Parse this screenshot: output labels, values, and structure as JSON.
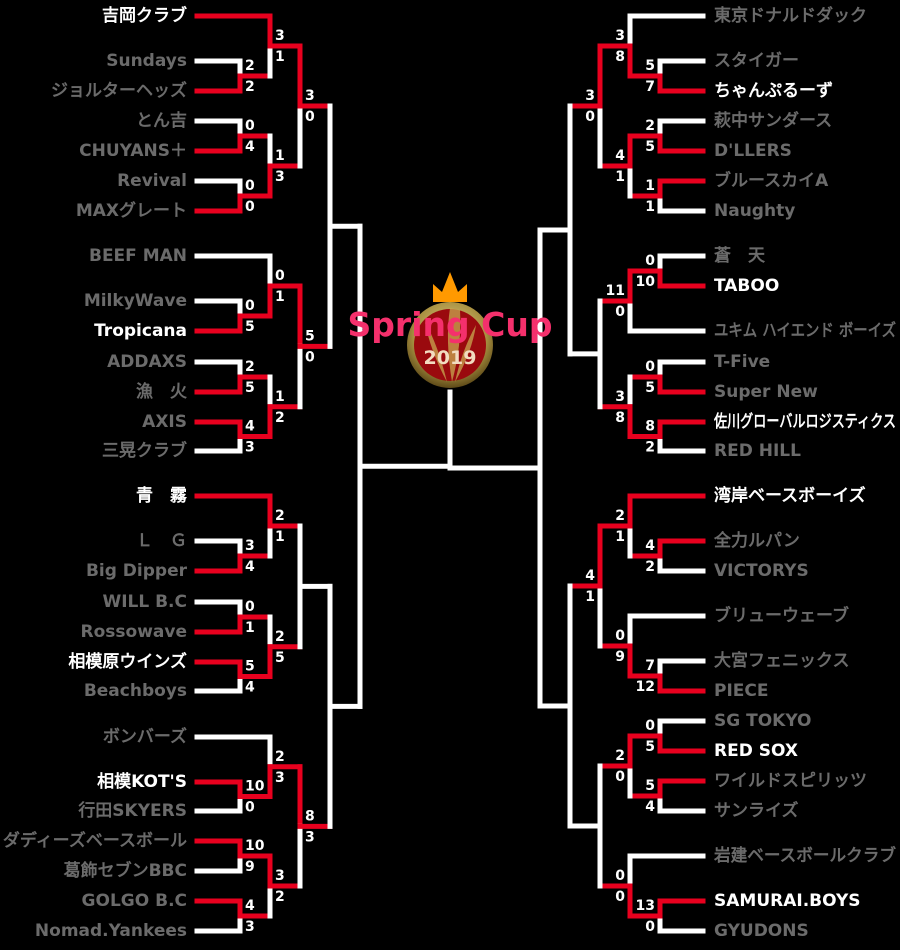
{
  "title": "Spring Cup",
  "year": "2019",
  "colors": {
    "win_line": "#e8001e",
    "line": "#ffffff",
    "alive_text": "#ffffff",
    "out_text": "#6b6b6b",
    "title": "#f4306c",
    "crown": "#ff9900"
  },
  "left": {
    "teams": [
      {
        "name": "吉岡クラブ",
        "alive": true
      },
      {
        "name": "Sundays",
        "alive": false
      },
      {
        "name": "ジョルターヘッズ",
        "alive": false
      },
      {
        "name": "とん吉",
        "alive": false
      },
      {
        "name": "CHUYANS＋",
        "alive": false
      },
      {
        "name": "Revival",
        "alive": false
      },
      {
        "name": "MAXグレート",
        "alive": false
      },
      {
        "name": "BEEF MAN",
        "alive": false
      },
      {
        "name": "MilkyWave",
        "alive": false
      },
      {
        "name": "Tropicana",
        "alive": true
      },
      {
        "name": "ADDAXS",
        "alive": false
      },
      {
        "name": "漁　火",
        "alive": false
      },
      {
        "name": "AXIS",
        "alive": false
      },
      {
        "name": "三晃クラブ",
        "alive": false
      },
      {
        "name": "青　霧",
        "alive": true
      },
      {
        "name": "Ｌ　Ｇ",
        "alive": false
      },
      {
        "name": "Big Dipper",
        "alive": false
      },
      {
        "name": "WILL B.C",
        "alive": false
      },
      {
        "name": "Rossowave",
        "alive": false
      },
      {
        "name": "相模原ウインズ",
        "alive": true
      },
      {
        "name": "Beachboys",
        "alive": false
      },
      {
        "name": "ボンバーズ",
        "alive": false
      },
      {
        "name": "相模KOT'S",
        "alive": true
      },
      {
        "name": "行田SKYERS",
        "alive": false
      },
      {
        "name": "ダディーズベースボール",
        "alive": false
      },
      {
        "name": "葛飾セブンBBC",
        "alive": false
      },
      {
        "name": "GOLGO B.C",
        "alive": false
      },
      {
        "name": "Nomad.Yankees",
        "alive": false
      }
    ],
    "matches": {
      "L1": {
        "scores": null,
        "winner": null
      },
      "L2": {
        "scores": [
          "3",
          "0"
        ],
        "winner": 0
      },
      "L3": {
        "scores": [
          "3",
          "1"
        ],
        "winner": 0
      },
      "L4": {
        "scores": [
          "2",
          "2"
        ],
        "winner": 1
      },
      "L5": {
        "scores": [
          "1",
          "3"
        ],
        "winner": 1
      },
      "L6": {
        "scores": [
          "0",
          "4"
        ],
        "winner": 1
      },
      "L7": {
        "scores": [
          "0",
          "0"
        ],
        "winner": 1
      },
      "L8": {
        "scores": [
          "5",
          "0"
        ],
        "winner": 0
      },
      "L9": {
        "scores": [
          "0",
          "1"
        ],
        "winner": 1
      },
      "L10": {
        "scores": [
          "0",
          "5"
        ],
        "winner": 1
      },
      "L11": {
        "scores": [
          "1",
          "2"
        ],
        "winner": 1
      },
      "L12": {
        "scores": [
          "2",
          "5"
        ],
        "winner": 1
      },
      "L13": {
        "scores": [
          "4",
          "3"
        ],
        "winner": 0
      },
      "L14": {
        "scores": null,
        "winner": null
      },
      "L15": {
        "scores": null,
        "winner": null
      },
      "L16": {
        "scores": [
          "2",
          "1"
        ],
        "winner": 0
      },
      "L17": {
        "scores": [
          "3",
          "4"
        ],
        "winner": 1
      },
      "L18": {
        "scores": [
          "2",
          "5"
        ],
        "winner": 1
      },
      "L19": {
        "scores": [
          "0",
          "1"
        ],
        "winner": 1
      },
      "L20": {
        "scores": [
          "5",
          "4"
        ],
        "winner": 0
      },
      "L21": {
        "scores": [
          "8",
          "3"
        ],
        "winner": 0
      },
      "L22": {
        "scores": [
          "2",
          "3"
        ],
        "winner": 1
      },
      "L23": {
        "scores": [
          "10",
          "0"
        ],
        "winner": 0
      },
      "L24": {
        "scores": [
          "3",
          "2"
        ],
        "winner": 0
      },
      "L25": {
        "scores": [
          "10",
          "9"
        ],
        "winner": 0
      },
      "L26": {
        "scores": [
          "4",
          "3"
        ],
        "winner": 0
      },
      "LS": {
        "scores": null,
        "winner": null
      }
    }
  },
  "right": {
    "teams": [
      {
        "name": "東京ドナルドダック",
        "alive": false
      },
      {
        "name": "スタイガー",
        "alive": false
      },
      {
        "name": "ちゃんぷるーず",
        "alive": true
      },
      {
        "name": "萩中サンダース",
        "alive": false
      },
      {
        "name": "D'LLERS",
        "alive": false
      },
      {
        "name": "ブルースカイA",
        "alive": false
      },
      {
        "name": "Naughty",
        "alive": false
      },
      {
        "name": "蒼　天",
        "alive": false
      },
      {
        "name": "TABOO",
        "alive": true
      },
      {
        "name": "ユキム ハイエンド ボーイズ",
        "alive": false
      },
      {
        "name": "T-Five",
        "alive": false
      },
      {
        "name": "Super New",
        "alive": false
      },
      {
        "name": "佐川グローバルロジスティクス",
        "alive": true
      },
      {
        "name": "RED HILL",
        "alive": false
      },
      {
        "name": "湾岸ベースボーイズ",
        "alive": true
      },
      {
        "name": "全力ルパン",
        "alive": false
      },
      {
        "name": "VICTORYS",
        "alive": false
      },
      {
        "name": "ブリューウェーブ",
        "alive": false
      },
      {
        "name": "大宮フェニックス",
        "alive": false
      },
      {
        "name": "PIECE",
        "alive": false
      },
      {
        "name": "SG TOKYO",
        "alive": false
      },
      {
        "name": "RED SOX",
        "alive": true
      },
      {
        "name": "ワイルドスピリッツ",
        "alive": false
      },
      {
        "name": "サンライズ",
        "alive": false
      },
      {
        "name": "岩建ベースボールクラブ",
        "alive": false
      },
      {
        "name": "SAMURAI.BOYS",
        "alive": true
      },
      {
        "name": "GYUDONS",
        "alive": false
      }
    ],
    "matches": {
      "R1": {
        "scores": null,
        "winner": null
      },
      "R2": {
        "scores": [
          "3",
          "0"
        ],
        "winner": 0
      },
      "R3": {
        "scores": [
          "3",
          "8"
        ],
        "winner": 1
      },
      "R4": {
        "scores": [
          "5",
          "7"
        ],
        "winner": 1
      },
      "R5": {
        "scores": [
          "4",
          "1"
        ],
        "winner": 0
      },
      "R6": {
        "scores": [
          "2",
          "5"
        ],
        "winner": 1
      },
      "R7": {
        "scores": [
          "1",
          "1"
        ],
        "winner": 0
      },
      "R8": {
        "scores": null,
        "winner": null
      },
      "R9": {
        "scores": [
          "11",
          "0"
        ],
        "winner": 0
      },
      "R10": {
        "scores": [
          "0",
          "10"
        ],
        "winner": 1
      },
      "R11": {
        "scores": [
          "3",
          "8"
        ],
        "winner": 1
      },
      "R12": {
        "scores": [
          "0",
          "5"
        ],
        "winner": 1
      },
      "R13": {
        "scores": [
          "8",
          "2"
        ],
        "winner": 0
      },
      "R14": {
        "scores": null,
        "winner": null
      },
      "R15": {
        "scores": [
          "4",
          "1"
        ],
        "winner": 0
      },
      "R16": {
        "scores": [
          "2",
          "1"
        ],
        "winner": 0
      },
      "R17": {
        "scores": [
          "4",
          "2"
        ],
        "winner": 0
      },
      "R18": {
        "scores": [
          "0",
          "9"
        ],
        "winner": 1
      },
      "R19": {
        "scores": [
          "7",
          "12"
        ],
        "winner": 1
      },
      "R20": {
        "scores": null,
        "winner": null
      },
      "R21": {
        "scores": [
          "2",
          "0"
        ],
        "winner": 0
      },
      "R22": {
        "scores": [
          "0",
          "5"
        ],
        "winner": 1
      },
      "R23": {
        "scores": [
          "5",
          "4"
        ],
        "winner": 0
      },
      "R24": {
        "scores": [
          "0",
          "0"
        ],
        "winner": 1
      },
      "R25": {
        "scores": [
          "13",
          "0"
        ],
        "winner": 0
      },
      "RS": {
        "scores": null,
        "winner": null
      }
    }
  }
}
